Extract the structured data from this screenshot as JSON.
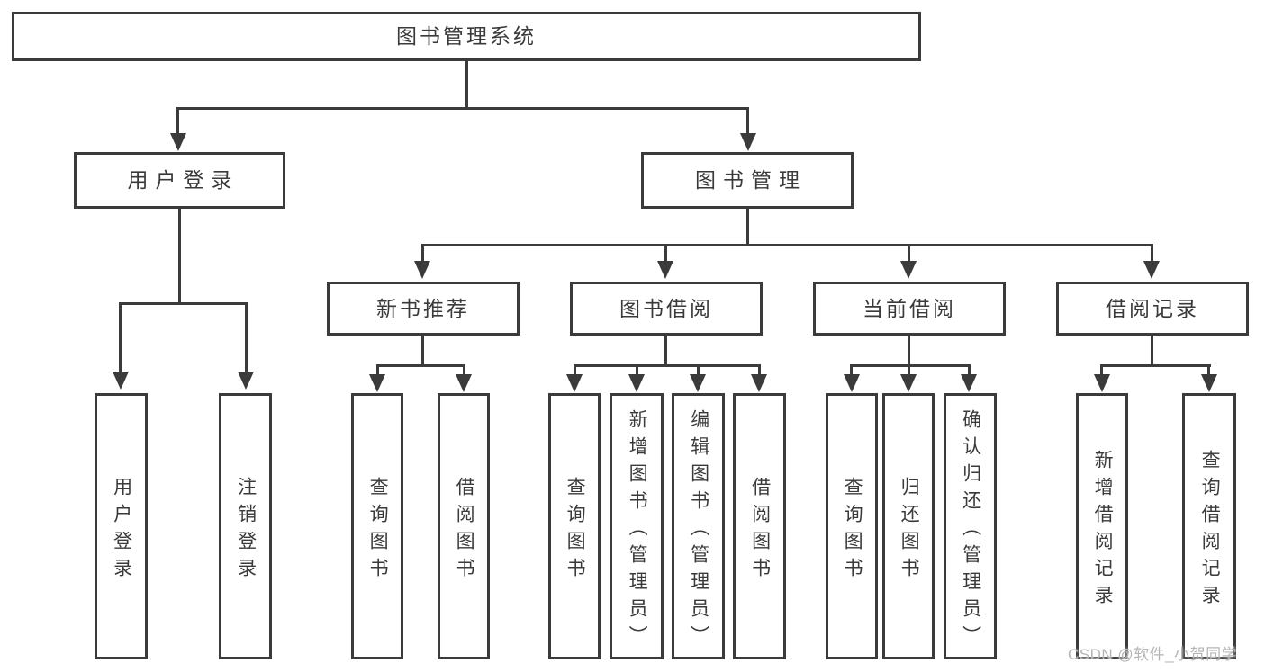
{
  "tree": {
    "label": "图书管理系统",
    "children": [
      {
        "label": "用户登录",
        "children": [
          {
            "label": "用户登录"
          },
          {
            "label": "注销登录"
          }
        ]
      },
      {
        "label": "图书管理",
        "children": [
          {
            "label": "新书推荐",
            "children": [
              {
                "label": "查询图书"
              },
              {
                "label": "借阅图书"
              }
            ]
          },
          {
            "label": "图书借阅",
            "children": [
              {
                "label": "查询图书"
              },
              {
                "label": "新增图书（管理员）"
              },
              {
                "label": "编辑图书（管理员）"
              },
              {
                "label": "借阅图书"
              }
            ]
          },
          {
            "label": "当前借阅",
            "children": [
              {
                "label": "查询图书"
              },
              {
                "label": "归还图书"
              },
              {
                "label": "确认归还（管理员）"
              }
            ]
          },
          {
            "label": "借阅记录",
            "children": [
              {
                "label": "新增借阅记录"
              },
              {
                "label": "查询借阅记录"
              }
            ]
          }
        ]
      }
    ]
  },
  "watermark": {
    "text": "CSDN @软件_小贺同学"
  },
  "colors": {
    "line": "#3b3b3b",
    "text": "#3a3a3a",
    "box_background": "#ffffff",
    "page_background": "#ffffff",
    "watermark": "#b5b5b5"
  }
}
